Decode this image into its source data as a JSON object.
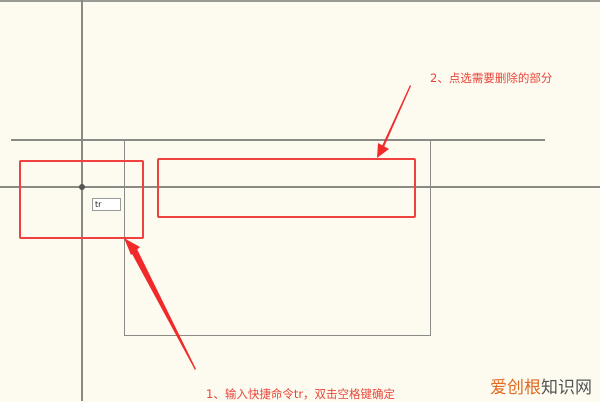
{
  "canvas": {
    "background": "#fdfbf0",
    "line_color": "#8a8a84",
    "highlight_color": "#f04040"
  },
  "command_input": {
    "value": "tr"
  },
  "annotations": {
    "step_2": "2、点选需要删除的部分",
    "step_1": "1、输入快捷命令tr，双击空格键确定"
  },
  "watermark": {
    "part_colored": "爱创根",
    "part_gray": "知识网"
  }
}
